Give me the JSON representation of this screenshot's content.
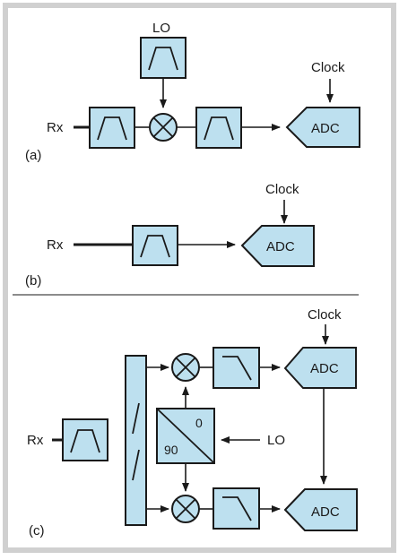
{
  "diagram_a": {
    "panel_label": "(a)",
    "input_label": "Rx",
    "lo_label": "LO",
    "clock_label": "Clock",
    "adc_label": "ADC"
  },
  "diagram_b": {
    "panel_label": "(b)",
    "input_label": "Rx",
    "clock_label": "Clock",
    "adc_label": "ADC"
  },
  "diagram_c": {
    "panel_label": "(c)",
    "input_label": "Rx",
    "clock_label": "Clock",
    "lo_label": "LO",
    "quadrature_0": "0",
    "quadrature_90": "90",
    "adc_top_label": "ADC",
    "adc_bottom_label": "ADC"
  },
  "colors": {
    "block_fill": "#bde0ef",
    "border": "#d0d0d0",
    "line": "#1a1a1a"
  },
  "icons": {
    "bandpass": "bandpass-filter-icon",
    "lowpass": "lowpass-filter-icon",
    "mixer": "mixer-icon",
    "splitter": "splitter-icon"
  }
}
